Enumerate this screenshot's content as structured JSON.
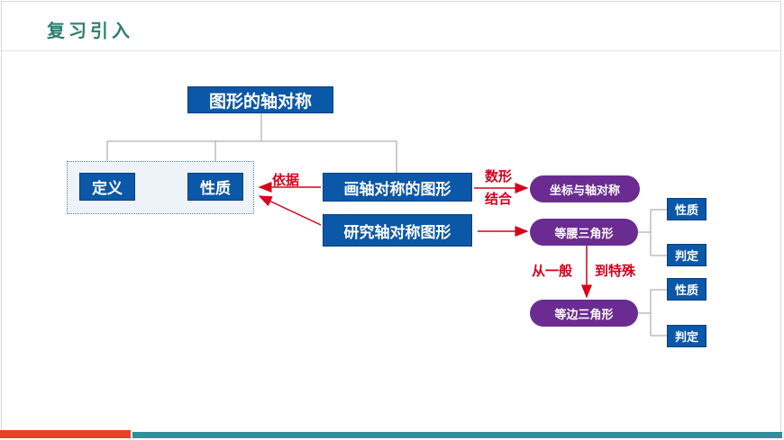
{
  "header": {
    "title": "复习引入"
  },
  "diagram": {
    "root": "图形的轴对称",
    "definition": "定义",
    "property": "性质",
    "basis_label": "依据",
    "drawing": "画轴对称的图形",
    "research": "研究轴对称图形",
    "numeric_label_line1": "数形",
    "numeric_label_line2": "结合",
    "coordinate": "坐标与轴对称",
    "isosceles": "等腰三角形",
    "equilateral": "等边三角形",
    "general_label": "从一般",
    "special_label": "到特殊",
    "iso_property": "性质",
    "iso_judge": "判定",
    "equi_property": "性质",
    "equi_judge": "判定"
  },
  "colors": {
    "box_blue": "#0b57a8",
    "pill_purple": "#6a2c91",
    "arrow_red": "#d6001c",
    "title_green": "#2e7d6e",
    "bar_red": "#e8412a",
    "bar_teal": "#2f8f9a"
  }
}
